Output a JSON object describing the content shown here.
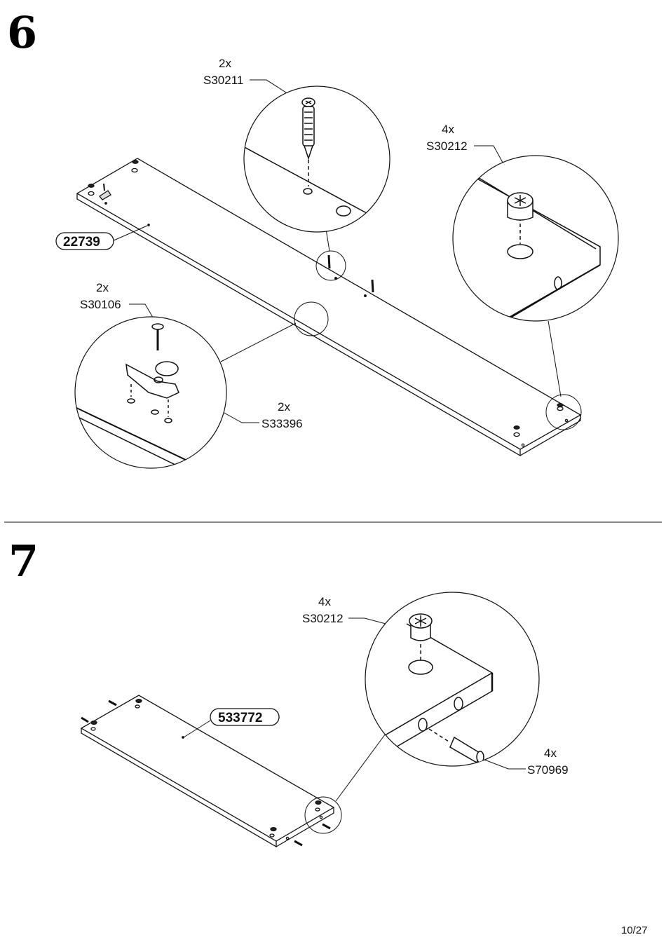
{
  "steps": [
    {
      "number": "6",
      "panel_part": "22739",
      "callouts": [
        {
          "qty": "2x",
          "code": "S30211"
        },
        {
          "qty": "4x",
          "code": "S30212"
        },
        {
          "qty": "2x",
          "code": "S30106"
        },
        {
          "qty": "2x",
          "code": "S33396"
        }
      ]
    },
    {
      "number": "7",
      "panel_part": "533772",
      "callouts": [
        {
          "qty": "4x",
          "code": "S30212"
        },
        {
          "qty": "4x",
          "code": "S70969"
        }
      ]
    }
  ],
  "page_number": "10/27"
}
